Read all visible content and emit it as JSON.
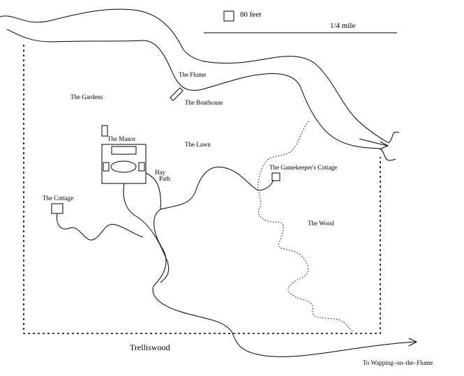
{
  "map": {
    "title": "Trelliswood",
    "scale": {
      "square_label": "80 feet",
      "bar_label": "1/4 mile"
    },
    "labels": {
      "flume": "The Flume",
      "boathouse": "The Boathouse",
      "gardens": "The Gardens",
      "manor": "The Manor",
      "lawn": "The Lawn",
      "hay": "Hay",
      "path": "Path",
      "gamekeeper": "The Gamekeeper's Cottage",
      "cottage": "The Cottage",
      "wood": "The Wood",
      "exit": "To Wapping–on–the–Flume"
    }
  }
}
